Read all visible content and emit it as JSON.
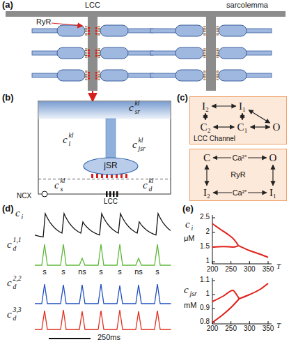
{
  "diagram": {
    "nodes": [
      {
        "text": [
          "jSR"
        ]
      },
      {
        "text": [
          "LCC Channel"
        ]
      },
      {
        "text": [
          "I₂"
        ],
        "in": 1
      },
      {
        "text": [
          "I₁"
        ],
        "in": 1
      },
      {
        "text": [
          "C₂"
        ],
        "in": 1
      },
      {
        "text": [
          "C₁"
        ],
        "in": 1
      },
      {
        "text": [
          "O"
        ],
        "in": 1
      },
      {
        "text": [
          "RyR"
        ]
      },
      {
        "text": [
          "C"
        ],
        "in": 7
      },
      {
        "text": [
          "O"
        ],
        "in": 7
      },
      {
        "text": [
          "I₂"
        ],
        "in": 7
      },
      {
        "text": [
          "I₁"
        ],
        "in": 7
      }
    ],
    "edges": [
      {
        "from": 2,
        "to": 3,
        "arrow": "both"
      },
      {
        "from": 2,
        "to": 4,
        "arrow": "both"
      },
      {
        "from": 3,
        "to": 5,
        "arrow": "both"
      },
      {
        "from": 4,
        "to": 5,
        "arrow": "both"
      },
      {
        "from": 5,
        "to": 6,
        "arrow": "both"
      },
      {
        "from": 3,
        "to": 6,
        "arrow": "both"
      },
      {
        "from": 8,
        "to": 9,
        "label": "Ca²⁺",
        "arrow": "both"
      },
      {
        "from": 8,
        "to": 10,
        "arrow": "both"
      },
      {
        "from": 9,
        "to": 11,
        "arrow": "both"
      },
      {
        "from": 10,
        "to": 11,
        "label": "Ca²⁺",
        "arrow": "both"
      }
    ],
    "labels": [
      "(a)",
      "RyR",
      "LCC",
      "sarcolemma",
      "(b)",
      "c",
      "kl",
      "sr",
      "c",
      "kl",
      "i",
      "c",
      "kl",
      "jsr",
      "c",
      "kl",
      "s",
      "c",
      "kl",
      "d",
      "NCX",
      "LCC",
      "(c)",
      "(d)",
      "c",
      "i",
      "c",
      "1,1",
      "d",
      "s",
      "s",
      "ns",
      "s",
      "s",
      "ns",
      "s",
      "c",
      "2,2",
      "d",
      "c",
      "3,3",
      "d",
      "250ms",
      "(e)",
      "c",
      "i",
      "μM",
      "2.5",
      "2",
      "1.5",
      "1",
      "200",
      "250",
      "300",
      "350",
      "T",
      "c",
      "jsr",
      "mM",
      "1.1",
      "1",
      "0.9",
      "0.8",
      "200",
      "250",
      "300",
      "350",
      "T"
    ]
  }
}
